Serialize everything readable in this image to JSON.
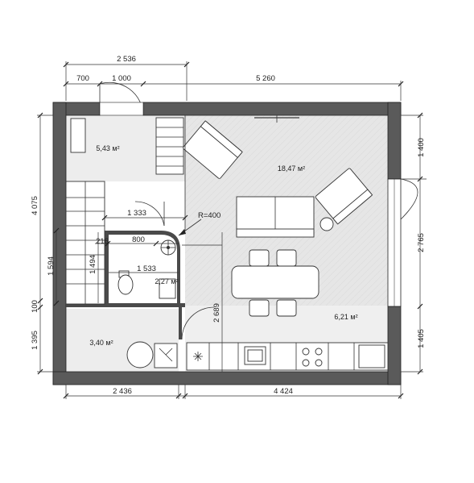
{
  "dimensions": {
    "top_overall": "2 536",
    "top_700": "700",
    "top_1000": "1 000",
    "top_5260": "5 260",
    "left_4075": "4 075",
    "left_1594": "1 594",
    "left_100": "100",
    "left_1395": "1 395",
    "inner_1494": "1 494",
    "inner_1333": "1 333",
    "inner_216": "216",
    "inner_800": "800",
    "inner_1533": "1 533",
    "inner_2689": "2 689",
    "right_1400": "1 400",
    "right_2765": "2 765",
    "right_1405": "1 405",
    "bottom_2436": "2 436",
    "bottom_4424": "4 424",
    "radius": "R=400"
  },
  "areas": {
    "hall": "5,43 м²",
    "living": "18,47 м²",
    "bathroom": "2,27 м²",
    "laundry": "3,40 м²",
    "kitchen": "6,21 м²"
  }
}
